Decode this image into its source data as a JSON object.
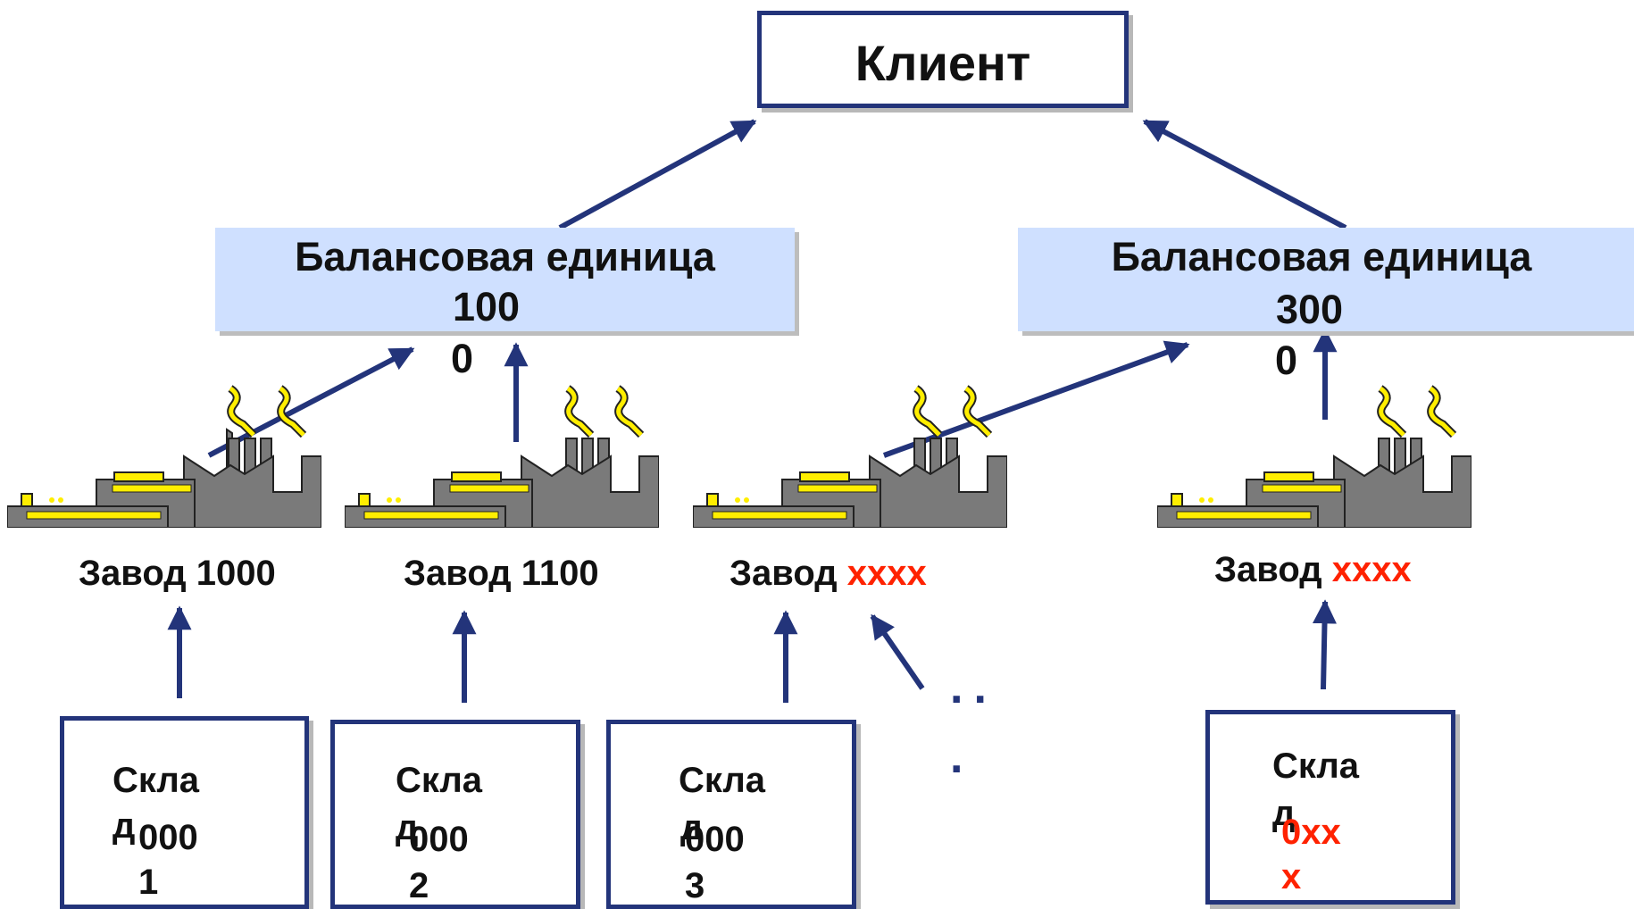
{
  "client": {
    "label": "Клиент"
  },
  "balance_units": [
    {
      "title": "Балансовая единица",
      "num_line1": "100",
      "num_line2": "0"
    },
    {
      "title": "Балансовая единица",
      "num_line1": "300",
      "num_line2": "0"
    }
  ],
  "plants": [
    {
      "prefix": "Завод",
      "code": "1000",
      "code_red": false
    },
    {
      "prefix": "Завод",
      "code": "1100",
      "code_red": false
    },
    {
      "prefix": "Завод",
      "code": "xxxx",
      "code_red": true
    },
    {
      "prefix": "Завод",
      "code": "xxxx",
      "code_red": true
    }
  ],
  "warehouses": [
    {
      "word1": "Скла",
      "word2": "д",
      "code1": "000",
      "code2": "1"
    },
    {
      "word1": "Скла",
      "word2": "д",
      "code1": "000",
      "code2": "2"
    },
    {
      "word1": "Скла",
      "word2": "д",
      "code1": "000",
      "code2": "3"
    },
    {
      "word1": "Скла",
      "word2": "д",
      "code1": "0xx",
      "code2": "x"
    }
  ],
  "ellipsis": {
    "line1": "..",
    "line2": "."
  },
  "colors": {
    "arrow": "#23347a",
    "unit_fill": "#cfe0ff",
    "red_code": "#ff2200",
    "factory_body": "#7a7a7a",
    "factory_accent": "#ffee00"
  },
  "icons": {
    "factory": "factory-icon",
    "arrow": "arrow-up-icon"
  }
}
